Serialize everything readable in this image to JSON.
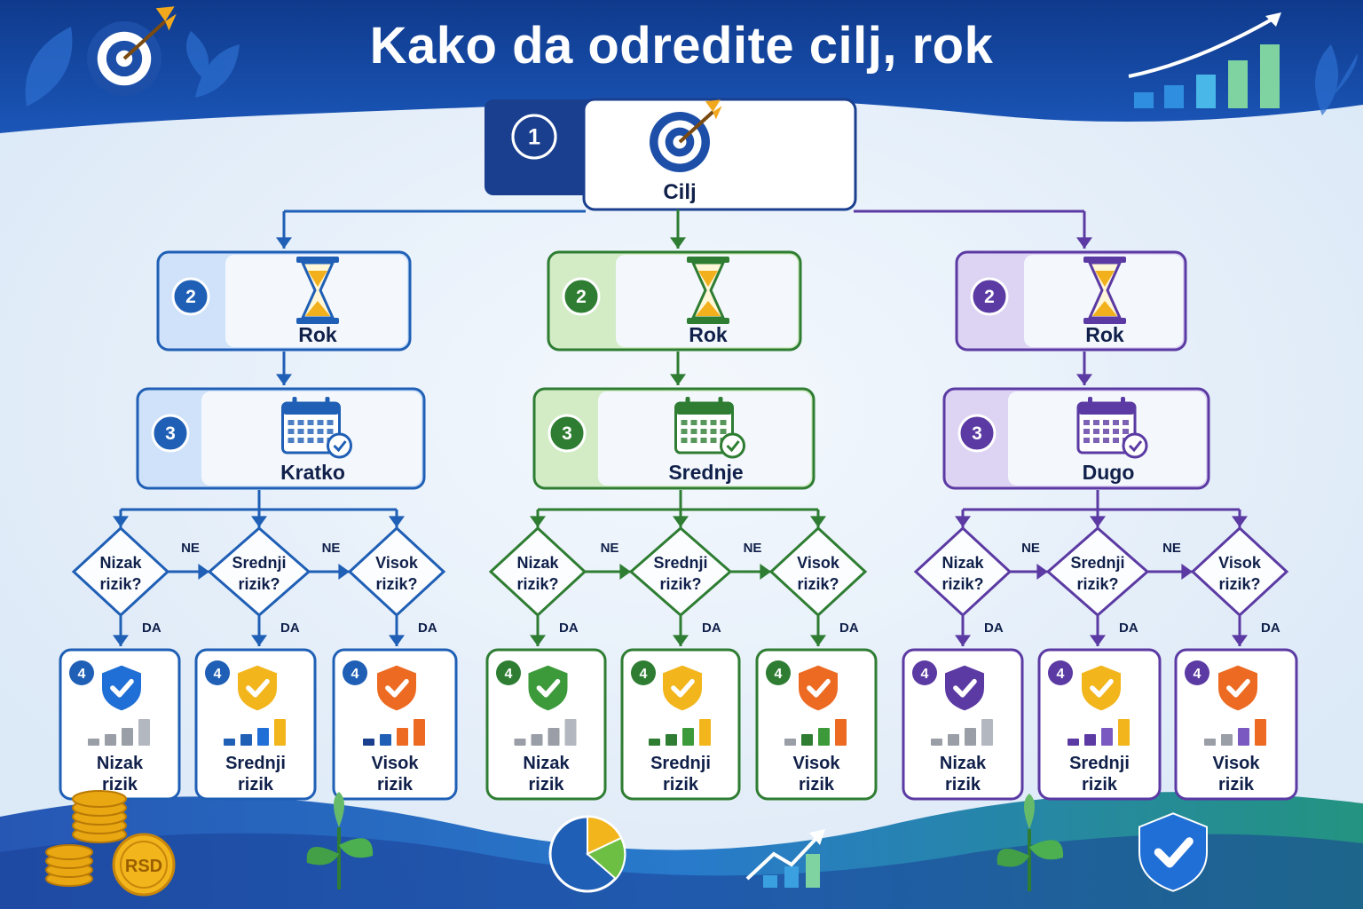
{
  "title": "Kako da odredite cilj, rok",
  "root": {
    "number": "1",
    "label": "Cilj",
    "icon": "target-icon"
  },
  "branches": [
    {
      "key": "blue",
      "color": "#1f5fb5",
      "light": "#cfe2fa",
      "step2": {
        "number": "2",
        "label": "Rok",
        "icon": "hourglass-icon"
      },
      "step3": {
        "number": "3",
        "label": "Kratko",
        "icon": "calendar-check-icon"
      },
      "decisions": [
        {
          "line1": "Nizak",
          "line2": "rizik?"
        },
        {
          "line1": "Srednji",
          "line2": "rizik?"
        },
        {
          "line1": "Visok",
          "line2": "rizik?"
        }
      ],
      "no_label": "NE",
      "yes_label": "DA",
      "results": [
        {
          "number": "4",
          "line1": "Nizak",
          "line2": "rizik",
          "shield_color": "#1f6fd6",
          "icon": "shield-check-icon"
        },
        {
          "number": "4",
          "line1": "Srednji",
          "line2": "rizik",
          "shield_color": "#f2b51c",
          "icon": "shield-check-icon"
        },
        {
          "number": "4",
          "line1": "Visok",
          "line2": "rizik",
          "shield_color": "#ec6a22",
          "icon": "shield-check-icon"
        }
      ]
    },
    {
      "key": "green",
      "color": "#2e7d32",
      "light": "#d3ecc6",
      "step2": {
        "number": "2",
        "label": "Rok",
        "icon": "hourglass-icon"
      },
      "step3": {
        "number": "3",
        "label": "Srednje",
        "icon": "calendar-check-icon"
      },
      "decisions": [
        {
          "line1": "Nizak",
          "line2": "rizik?"
        },
        {
          "line1": "Srednji",
          "line2": "rizik?"
        },
        {
          "line1": "Visok",
          "line2": "rizik?"
        }
      ],
      "no_label": "NE",
      "yes_label": "DA",
      "results": [
        {
          "number": "4",
          "line1": "Nizak",
          "line2": "rizik",
          "shield_color": "#3d9a3a",
          "icon": "shield-check-icon"
        },
        {
          "number": "4",
          "line1": "Srednji",
          "line2": "rizik",
          "shield_color": "#f2b51c",
          "icon": "shield-check-icon"
        },
        {
          "number": "4",
          "line1": "Visok",
          "line2": "rizik",
          "shield_color": "#ec6a22",
          "icon": "shield-check-icon"
        }
      ]
    },
    {
      "key": "purple",
      "color": "#5b3aa3",
      "light": "#ddd3f3",
      "step2": {
        "number": "2",
        "label": "Rok",
        "icon": "hourglass-icon"
      },
      "step3": {
        "number": "3",
        "label": "Dugo",
        "icon": "calendar-check-icon"
      },
      "decisions": [
        {
          "line1": "Nizak",
          "line2": "rizik?"
        },
        {
          "line1": "Srednji",
          "line2": "rizik?"
        },
        {
          "line1": "Visok",
          "line2": "rizik?"
        }
      ],
      "no_label": "NE",
      "yes_label": "DA",
      "results": [
        {
          "number": "4",
          "line1": "Nizak",
          "line2": "rizik",
          "shield_color": "#5b3aa3",
          "icon": "shield-check-icon"
        },
        {
          "number": "4",
          "line1": "Srednji",
          "line2": "rizik",
          "shield_color": "#f2b51c",
          "icon": "shield-check-icon"
        },
        {
          "number": "4",
          "line1": "Visok",
          "line2": "rizik",
          "shield_color": "#ec6a22",
          "icon": "shield-check-icon"
        }
      ]
    }
  ],
  "decor": {
    "coin_label": "RSD",
    "icons": [
      "target-icon",
      "growth-chart-icon",
      "coins-icon",
      "plant-icon",
      "pie-chart-icon",
      "growth-arrow-icon",
      "shield-icon"
    ]
  }
}
